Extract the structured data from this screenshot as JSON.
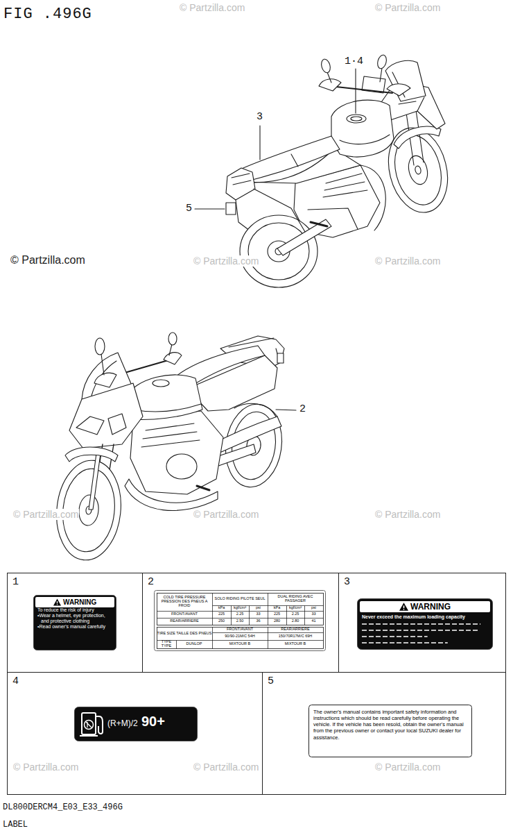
{
  "diagram": {
    "title": "FIG .496G",
    "nodes": [
      {
        "text": [
          "1"
        ]
      },
      {
        "text": [
          "WARNING",
          "To reduce the risk of injury",
          "•Wear a helmet, eye protection, and protective clothing",
          "•Read owner's manual carefully"
        ],
        "in": 0
      },
      {
        "text": [
          "2"
        ]
      },
      {
        "text": [
          "COLD TIRE PRESSURE PRESSION DES PNEUS A FROID",
          "SOLO RIDING PILOTE SEUL",
          "DUAL RIDING AVEC PASSAGER",
          "kPa",
          "kgf/cm²",
          "psi",
          "kPa",
          "kgf/cm²",
          "psi",
          "FRONT/AVANT",
          "225",
          "2.25",
          "33",
          "225",
          "2.25",
          "33",
          "REAR/ARRIERE",
          "250",
          "2.50",
          "36",
          "280",
          "2.80",
          "41",
          "TIRE SIZE TAILLE DES PNEUS",
          "FRONT/AVANT",
          "REAR/ARRIERE",
          "90/90-21M/C 54H",
          "150/70R17M/C 69H",
          "TYPE TYPE",
          "DUNLOP",
          "MIXTOUR B",
          "MIXTOUR B"
        ],
        "in": 2
      },
      {
        "text": [
          "3"
        ]
      },
      {
        "text": [
          "WARNING",
          "Never exceed the maximum loading capacity"
        ],
        "in": 4
      },
      {
        "text": [
          "4"
        ]
      },
      {
        "text": [
          "(R+M)/2",
          "90+"
        ],
        "in": 6
      },
      {
        "text": [
          "5"
        ]
      },
      {
        "text": [
          "The owner's manual contains important safety information and instructions which should be read carefully before operating the vehicle. If the vehicle has been resold, obtain the owner's manual from the previous owner or contact your local SUZUKI dealer for assistance."
        ],
        "in": 8
      }
    ],
    "labels": [
      "© Partzilla.com",
      "© Partzilla.com",
      "1·4",
      "3",
      "5",
      "© Partzilla.com",
      "© Partzilla.com",
      "© Partzilla.com",
      "2",
      "© Partzilla.com",
      "© Partzilla.com",
      "© Partzilla.com",
      "© Partzilla.com",
      "© Partzilla.com",
      "© Partzilla.com",
      "DL800DERCM4_E03_E33_496G",
      "LABEL"
    ]
  }
}
